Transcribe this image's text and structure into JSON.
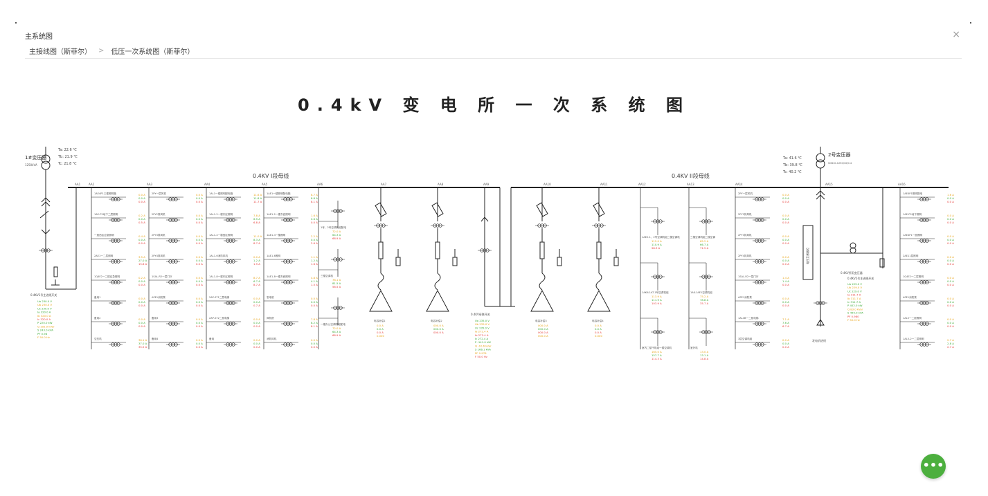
{
  "header": {
    "title": "主系统图",
    "close_label": "×"
  },
  "breadcrumb": {
    "items": [
      "主接线图（斯菲尔）",
      "低压一次系统图（斯菲尔）"
    ],
    "separator": ">"
  },
  "diagram": {
    "title": "0.4kV 变 电 所 一 次 系 统 图",
    "busbar_left_label": "0.4KV I段母线",
    "busbar_right_label": "0.4KV II段母线",
    "transformer_left": {
      "name": "1#变压器",
      "rating": "1250kVA",
      "temps": [
        "Ta: 22.6 ℃",
        "Tb: 21.9 ℃",
        "Tc: 21.8 ℃"
      ]
    },
    "transformer_right": {
      "name": "2号变压器",
      "rating": "SCB10-1250/10/0.4",
      "temps": [
        "Ta: 41.6 ℃",
        "Tb: 39.8 ℃",
        "Tc: 40.2 ℃"
      ]
    },
    "cabinets": [
      "AA1",
      "AA2",
      "AA3",
      "AA4",
      "AA5",
      "AA6",
      "AA7",
      "AA8",
      "AA9",
      "AA10",
      "AA11",
      "AA12",
      "AA13",
      "AA14",
      "AA15",
      "AA16"
    ],
    "incomer_left": {
      "label": "0.4KV1号主进线开关",
      "readings": [
        "Ua 230.0 V",
        "Ub 230.0 V",
        "Uc 230.0 V",
        "Ia 320.0 A",
        "Ib 320.0 A",
        "Ic 320.0 A",
        "P 220.0 kW",
        "Q 102.0 kVar",
        "S 243.0 kVA",
        "PF 0.98",
        "F 50.0 Hz"
      ]
    },
    "incomer_right": {
      "label": "0.4KV2号主进线开关",
      "readings": [
        "Ua 229.0 V",
        "Ub 229.0 V",
        "Uc 229.0 V",
        "Ia 311.7 A",
        "Ib 311.7 A",
        "Ic 311.7 A",
        "P 402.0 kW",
        "Q 83.0 kVar",
        "S 455.0 kVA",
        "PF 0.980",
        "F 50.0 Hz"
      ]
    },
    "tie_switch": {
      "label": "0.4KV母联开关",
      "readings": [
        "Ua 235.0 V",
        "Ub 235.0 V",
        "Uc 235.0 V",
        "Ia 272.4 A",
        "Ib 272.4 A",
        "Ic 272.4 A",
        "P -141.0 kW",
        "Q -10.6 kVar",
        "S 166.1 kVA",
        "PF 0.976",
        "F 50.0 Hz"
      ]
    },
    "columns": [
      {
        "rows": [
          {
            "label": "1AE4P1三楼照明箱",
            "values": [
              "0.0 A",
              "0.0 A",
              "0.0 A"
            ]
          },
          {
            "label": "1AE-P2地下二层照明",
            "values": [
              "0.2 A",
              "0.0 A",
              "0.5 A"
            ]
          },
          {
            "label": "一层西区应急照明",
            "values": [
              "0.4 A",
              "0.0 A",
              "0.0 A"
            ]
          },
          {
            "label": "2AE1一二层照明",
            "values": [
              "3.5 A",
              "27.0 A",
              "15.8 A"
            ]
          },
          {
            "label": "1Q4E2一二楼应急照明",
            "values": [
              "0.2 A",
              "0.0 A",
              "0.0 A"
            ]
          },
          {
            "label": "备用1",
            "values": [
              "0.0 A",
              "0.0 A",
              "0.0 A"
            ]
          },
          {
            "label": "备用2",
            "values": [
              "0.0 A",
              "0.0 A",
              "0.0 A"
            ]
          },
          {
            "label": "空压机",
            "values": [
              "36.1 A",
              "37.0 A",
              "35.5 A"
            ]
          }
        ]
      },
      {
        "rows": [
          {
            "label": "2PY一层风机",
            "values": [
              "0.0 A",
              "0.0 A",
              "0.0 A"
            ]
          },
          {
            "label": "2PY2排风机",
            "values": [
              "0.0 A",
              "0.0 A",
              "0.0 A"
            ]
          },
          {
            "label": "2PY3排风机",
            "values": [
              "0.0 A",
              "0.0 A",
              "0.0 A"
            ]
          },
          {
            "label": "2PY4排风机",
            "values": [
              "0.0 A",
              "0.0 A",
              "0.0 A"
            ]
          },
          {
            "label": "1SAL-R2一层门厅",
            "values": [
              "0.0 A",
              "0.0 A",
              "0.0 A"
            ]
          },
          {
            "label": "APE1消防泵",
            "values": [
              "0.0 A",
              "0.0 A",
              "0.0 A"
            ]
          },
          {
            "label": "备用3",
            "values": [
              "0.0 A",
              "0.0 A",
              "0.0 A"
            ]
          },
          {
            "label": "备用4",
            "values": [
              "0.0 A",
              "0.0 A",
              "0.0 A"
            ]
          }
        ]
      },
      {
        "rows": [
          {
            "label": "1AL1一楼照明配电箱",
            "values": [
              "11.6 A",
              "11.8 A",
              "11.7 A"
            ]
          },
          {
            "label": "1AL1-2一楼东区照明",
            "values": [
              "7.8 A",
              "6.9 A",
              "6.8 A"
            ]
          },
          {
            "label": "1AL1-4一楼西区照明",
            "values": [
              "11.0 A",
              "8.3 A",
              "8.7 A"
            ]
          },
          {
            "label": "1AL1-6消防风机",
            "values": [
              "0.0 A",
              "1.2 A",
              "1.9 A"
            ]
          },
          {
            "label": "1AL1-8一楼东区照明",
            "values": [
              "8.7 A",
              "6.7 A",
              "8.7 A"
            ]
          },
          {
            "label": "2AP-ST1二层电梯",
            "values": [
              "0.0 A",
              "0.0 A",
              "0.7 A"
            ]
          },
          {
            "label": "2AP-ST2二层电梯",
            "values": [
              "0.0 A",
              "0.0 A",
              "0.0 A"
            ]
          },
          {
            "label": "备用",
            "values": [
              "0.0 A",
              "0.0 A",
              "0.0 A"
            ]
          }
        ]
      },
      {
        "rows": [
          {
            "label": "1AE1一楼照明配电箱",
            "values": [
              "8.7 A",
              "8.8 A",
              "8.1 A"
            ]
          },
          {
            "label": "1AE1-2一楼东西照明",
            "values": [
              "1.6 A",
              "0.6 A",
              "0.0 A"
            ]
          },
          {
            "label": "1AE1-4一楼照明",
            "values": [
              "2.2 A",
              "0.0 A",
              "2.6 A"
            ]
          },
          {
            "label": "1AE1-6照明",
            "values": [
              "1.1 A",
              "1.2 A",
              "1.6 A"
            ]
          },
          {
            "label": "1AE1-8一楼东西照明",
            "values": [
              "4.8 A",
              "4.1 A",
              "1.5 A"
            ]
          },
          {
            "label": "发电机",
            "values": [
              "0.0 A",
              "0.0 A",
              "0.0 A"
            ]
          },
          {
            "label": "风机房",
            "values": [
              "7.8 A",
              "8.2 A",
              "8.1 A"
            ]
          },
          {
            "label": "消防风机",
            "values": [
              "0.0 A",
              "0.0 A",
              "0.0 A"
            ]
          }
        ]
      },
      {
        "rows": [
          {
            "label": "1号、2号空调机组配电",
            "values": [
              "72.0 A",
              "64.3 A",
              "68.9 A"
            ]
          },
          {
            "label": "三楼空调机",
            "values": [
              "78.1 A",
              "81.5 A",
              "56.5 A"
            ]
          },
          {
            "label": "一楼办公空调机组配电",
            "values": [
              "72.0 A",
              "64.3 A",
              "68.9 A"
            ]
          }
        ]
      },
      {
        "rows": [
          {
            "label": "电容补偿1",
            "values": [
              "0.0 A",
              "0.0 A",
              "0.0 A",
              "0.000"
            ]
          }
        ]
      },
      {
        "rows": [
          {
            "label": "电容补偿2",
            "values": [
              "000.0 A",
              "000.0 A",
              "000.0 A"
            ]
          }
        ]
      },
      {
        "rows": [
          {
            "label": "电容补偿3",
            "values": [
              "000.0 A",
              "000.0 A",
              "000.0 A",
              "000.0 A"
            ]
          }
        ]
      },
      {
        "rows": [
          {
            "label": "电容补偿4",
            "values": [
              "0.0 A",
              "0.0 A",
              "0.0 A",
              "0.000"
            ]
          }
        ]
      },
      {
        "rows": [
          {
            "label": "1AE2-1、2号空调机组二楼空调机",
            "values": [
              "112.0 A",
              "110.9 A",
              "98.3 A"
            ]
          },
          {
            "label": "1AKAS-AT-1号空调机组",
            "values": [
              "113.9 A",
              "111.9 A",
              "103.9 A"
            ]
          },
          {
            "label": "室内二楼干机组一楼空调机",
            "values": [
              "165.0 A",
              "157.7 A",
              "114.3 A"
            ]
          }
        ]
      },
      {
        "rows": [
          {
            "label": "三楼空调机组二楼空调",
            "values": [
              "65.2 A",
              "66.7 A",
              "71.5 A"
            ]
          },
          {
            "label": "1AK-1AE1空调机组",
            "values": [
              "75.2 A",
              "78.8 A",
              "35.7 A"
            ]
          },
          {
            "label": "室外机",
            "values": [
              "13.0 A",
              "13.1 A",
              "14.8 A"
            ]
          }
        ]
      },
      {
        "rows": [
          {
            "label": "2PY一层风机",
            "values": [
              "0.0 A",
              "0.0 A",
              "0.0 A"
            ]
          },
          {
            "label": "2PY2排风机",
            "values": [
              "0.0 A",
              "0.0 A",
              "0.0 A"
            ]
          },
          {
            "label": "2PY3排风机",
            "values": [
              "0.0 A",
              "0.0 A",
              "0.0 A"
            ]
          },
          {
            "label": "2PY4排风机",
            "values": [
              "0.0 A",
              "0.0 A",
              "0.0 A"
            ]
          },
          {
            "label": "1SAL-R2一层门厅",
            "values": [
              "1.4 A",
              "1.4 A",
              "0.0 A"
            ]
          },
          {
            "label": "APE1消防泵",
            "values": [
              "0.0 A",
              "0.0 A",
              "0.0 A"
            ]
          },
          {
            "label": "1AL4B一二层电梯",
            "values": [
              "7.1 A",
              "7.6 A",
              "6.7 A"
            ]
          },
          {
            "label": "3层空调机组",
            "values": [
              "0.0 A",
              "0.0 A",
              "0.0 A"
            ]
          }
        ]
      },
      {
        "rows": [
          {
            "label": "1AE4P1照明配电",
            "values": [
              "1.6 A",
              "0.0 A",
              "0.0 A"
            ]
          },
          {
            "label": "1AE-P2地下照明",
            "values": [
              "0.0 A",
              "0.0 A",
              "0.0 A"
            ]
          },
          {
            "label": "1AE4P1一层照明",
            "values": [
              "0.0 A",
              "0.0 A",
              "0.0 A"
            ]
          },
          {
            "label": "2AE11层照明",
            "values": [
              "0.0 A",
              "0.0 A",
              "0.0 A"
            ]
          },
          {
            "label": "1Q4E2一二层照明",
            "values": [
              "0.0 A",
              "0.0 A",
              "0.0 A"
            ]
          },
          {
            "label": "APE1消防泵",
            "values": [
              "0.0 A",
              "0.0 A",
              "0.0 A"
            ]
          },
          {
            "label": "1AL5一二层照明",
            "values": [
              "0.0 A",
              "0.0 A",
              "0.0 A"
            ]
          },
          {
            "label": "1AL5-2一二层照明",
            "values": [
              "2.7 A",
              "2.8 A",
              "2.7 A"
            ]
          }
        ]
      }
    ],
    "pt_label": "电压互感器柜",
    "station_transformer": "0.4KV所用变压器",
    "outgoing_label": "发电机进线"
  },
  "colors": {
    "green": "#3aaa35",
    "red": "#e53935",
    "orange": "#e8a317",
    "line": "#222222",
    "fab": "#4caf3e"
  },
  "fab": {
    "label": "•••"
  }
}
